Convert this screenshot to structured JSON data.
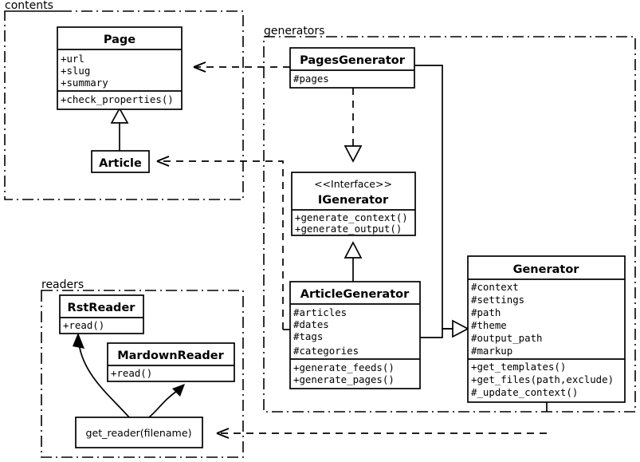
{
  "diagram": {
    "kind": "uml-class-diagram",
    "background": "#ffffff",
    "line_color": "#000000"
  },
  "packages": [
    {
      "id": "contents",
      "label": "contents"
    },
    {
      "id": "generators",
      "label": "generators"
    },
    {
      "id": "readers",
      "label": "readers"
    }
  ],
  "classes": {
    "page": {
      "name": "Page",
      "stereotype": "",
      "attributes": [
        "+url",
        "+slug",
        "+summary"
      ],
      "methods": [
        "+check_properties()"
      ]
    },
    "article": {
      "name": "Article",
      "stereotype": "",
      "attributes": [],
      "methods": []
    },
    "pages_generator": {
      "name": "PagesGenerator",
      "stereotype": "",
      "attributes": [
        "#pages"
      ],
      "methods": []
    },
    "igenerator": {
      "name": "IGenerator",
      "stereotype": "<<Interface>>",
      "attributes": [],
      "methods": [
        "+generate_context()",
        "+generate_output()"
      ]
    },
    "article_generator": {
      "name": "ArticleGenerator",
      "stereotype": "",
      "attributes": [
        "#articles",
        "#dates",
        "#tags",
        "#categories"
      ],
      "methods": [
        "+generate_feeds()",
        "+generate_pages()"
      ]
    },
    "generator": {
      "name": "Generator",
      "stereotype": "",
      "attributes": [
        "#context",
        "#settings",
        "#path",
        "#theme",
        "#output_path",
        "#markup"
      ],
      "methods": [
        "+get_templates()",
        "+get_files(path,exclude)",
        "#_update_context()"
      ]
    },
    "rst_reader": {
      "name": "RstReader",
      "stereotype": "",
      "attributes": [],
      "methods": [
        "+read()"
      ]
    },
    "mardown_reader": {
      "name": "MardownReader",
      "stereotype": "",
      "attributes": [],
      "methods": [
        "+read()"
      ]
    }
  },
  "functions": {
    "get_reader": {
      "label": "get_reader(filename)"
    }
  },
  "relations": [
    {
      "id": "pagesgen-uses-page",
      "from": "PagesGenerator",
      "to": "Page",
      "type": "dependency",
      "style": "dashed",
      "arrowhead": "open"
    },
    {
      "id": "articlegen-uses-article",
      "from": "ArticleGenerator",
      "to": "Article",
      "type": "dependency",
      "style": "dashed",
      "arrowhead": "open"
    },
    {
      "id": "article-extends-page",
      "from": "Article",
      "to": "Page",
      "type": "generalization",
      "style": "solid",
      "arrowhead": "hollow-triangle"
    },
    {
      "id": "pagesgen-implements",
      "from": "PagesGenerator",
      "to": "IGenerator",
      "type": "realization",
      "style": "dashed",
      "arrowhead": "hollow-triangle"
    },
    {
      "id": "articlegen-implements",
      "from": "ArticleGenerator",
      "to": "IGenerator",
      "type": "generalization",
      "style": "solid",
      "arrowhead": "hollow-triangle"
    },
    {
      "id": "pagesgen-extends-gen",
      "from": "PagesGenerator",
      "to": "Generator",
      "type": "generalization",
      "style": "solid",
      "arrowhead": "hollow-triangle"
    },
    {
      "id": "articlegen-extends-gen",
      "from": "ArticleGenerator",
      "to": "Generator",
      "type": "generalization",
      "style": "solid",
      "arrowhead": "hollow-triangle"
    },
    {
      "id": "generator-uses-getreader",
      "from": "Generator",
      "to": "get_reader(filename)",
      "type": "dependency",
      "style": "dashed",
      "arrowhead": "open"
    },
    {
      "id": "getreader-rst",
      "from": "get_reader(filename)",
      "to": "RstReader",
      "type": "instantiates",
      "style": "solid-curved",
      "arrowhead": "filled"
    },
    {
      "id": "getreader-mardown",
      "from": "get_reader(filename)",
      "to": "MardownReader",
      "type": "instantiates",
      "style": "solid-curved",
      "arrowhead": "filled"
    }
  ]
}
